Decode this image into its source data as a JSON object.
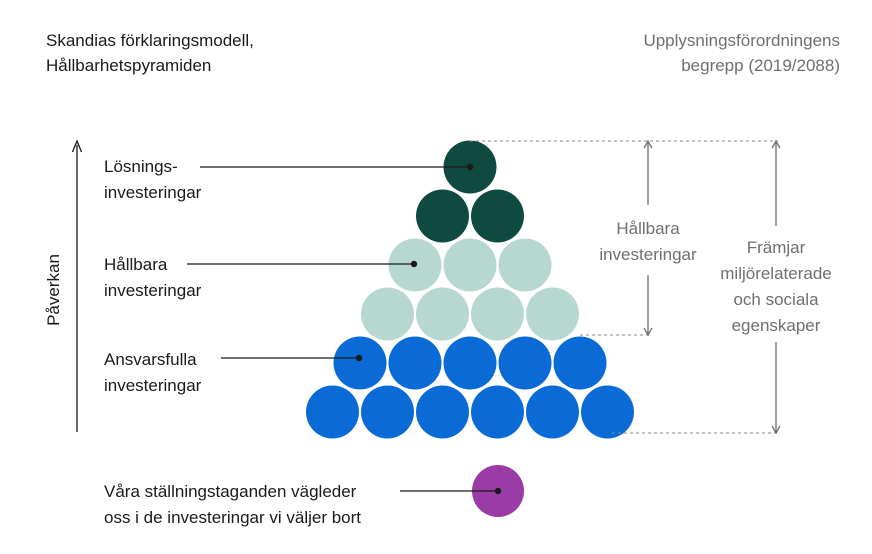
{
  "title": {
    "line1": "Skandias förklaringsmodell,",
    "line2": "Hållbarhetspyramiden"
  },
  "reference": {
    "line1": "Upplysningsförordningens",
    "line2": "begrepp (2019/2088)"
  },
  "axis_label": "Påverkan",
  "levels": [
    {
      "line1": "Lösnings-",
      "line2": "investeringar",
      "color": "#0e4a40"
    },
    {
      "line1": "Hållbara",
      "line2": "investeringar",
      "color": "#b7d8d0"
    },
    {
      "line1": "Ansvarsfulla",
      "line2": "investeringar",
      "color": "#0b6bd6"
    }
  ],
  "exclusion": {
    "line1": "Våra ställningstaganden vägleder",
    "line2": "oss i de investeringar vi väljer bort",
    "color": "#9a3ba6"
  },
  "brackets": {
    "inner": {
      "line1": "Hållbara",
      "line2": "investeringar"
    },
    "outer": {
      "line1": "Främjar",
      "line2": "miljörelaterade",
      "line3": "och sociala",
      "line4": "egenskaper"
    }
  },
  "colors": {
    "line": "#1a1a1a",
    "bracket": "#6f6f6f",
    "dash": "#8a8a8a"
  }
}
